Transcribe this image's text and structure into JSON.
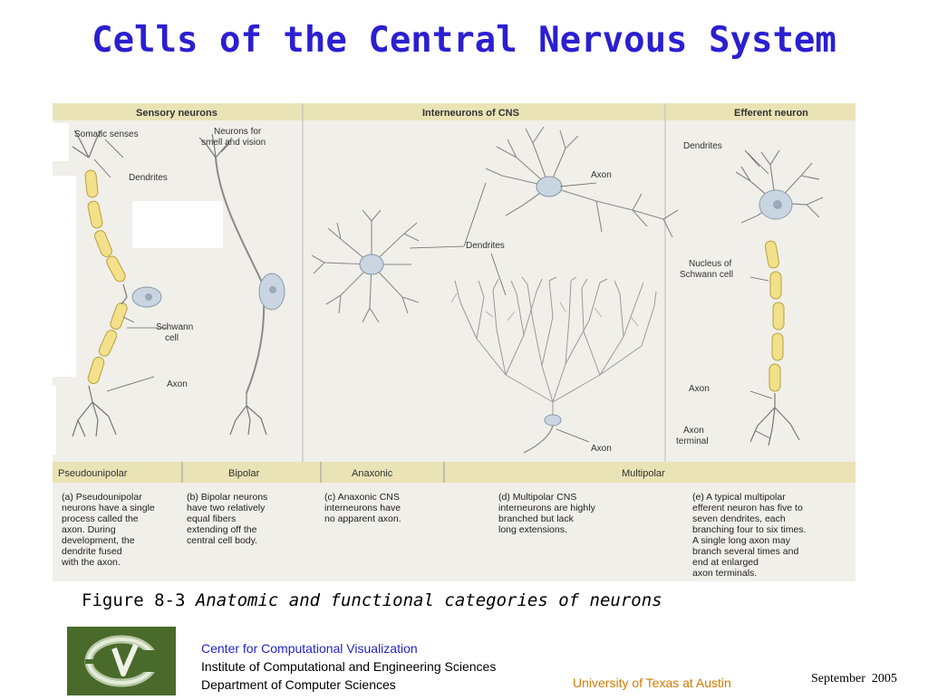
{
  "slide": {
    "title": "Cells of the Central Nervous System"
  },
  "figure": {
    "headers": {
      "sensory": "Sensory neurons",
      "interneurons": "Interneurons of CNS",
      "efferent": "Efferent neuron"
    },
    "labels": {
      "somatic": "Somatic senses",
      "smell_1": "Neurons for",
      "smell_2": "smell and vision",
      "dendrites_a": "Dendrites",
      "schwann_1": "Schwann",
      "schwann_2": "cell",
      "axon_a": "Axon",
      "axon_c": "Axon",
      "dendrites_c": "Dendrites",
      "axon_d": "Axon",
      "dendrites_e": "Dendrites",
      "nucleus_1": "Nucleus of",
      "nucleus_2": "Schwann cell",
      "axon_e": "Axon",
      "axon_term_1": "Axon",
      "axon_term_2": "terminal"
    },
    "categories": [
      "Pseudounipolar",
      "Bipolar",
      "Anaxonic",
      "Multipolar"
    ],
    "descriptions": {
      "a": [
        "(a) Pseudounipolar",
        "neurons have a single",
        "process called the",
        "axon. During",
        "development, the",
        "dendrite fused",
        "with the axon."
      ],
      "b": [
        "(b) Bipolar neurons",
        "have two relatively",
        "equal fibers",
        "extending off the",
        "central cell body."
      ],
      "c": [
        "(c) Anaxonic CNS",
        "interneurons have",
        "no apparent axon."
      ],
      "d": [
        "(d) Multipolar CNS",
        "interneurons are highly",
        "branched but lack",
        "long extensions."
      ],
      "e": [
        "(e) A typical multipolar",
        "efferent neuron has five to",
        "seven dendrites, each",
        "branching four to six times.",
        "A single long axon may",
        "branch several times and",
        "end at enlarged",
        "axon terminals."
      ]
    }
  },
  "caption": {
    "prefix": "Figure 8-3 ",
    "text": "Anatomic and functional categories of neurons"
  },
  "footer": {
    "line1": "Center for Computational Visualization",
    "line2": "Institute of Computational and Engineering Sciences",
    "line3": "Department of Computer Sciences",
    "university": "University of Texas at Austin",
    "date": "September  2005"
  },
  "colors": {
    "title": "#2b1fd0",
    "header_band": "#e9e3b6",
    "myelin": "#f3e08a",
    "cell_body": "#c9d6e2",
    "footer_blue": "#2222cc",
    "footer_orange": "#d47a00",
    "logo_bg": "#4a6a2c"
  }
}
